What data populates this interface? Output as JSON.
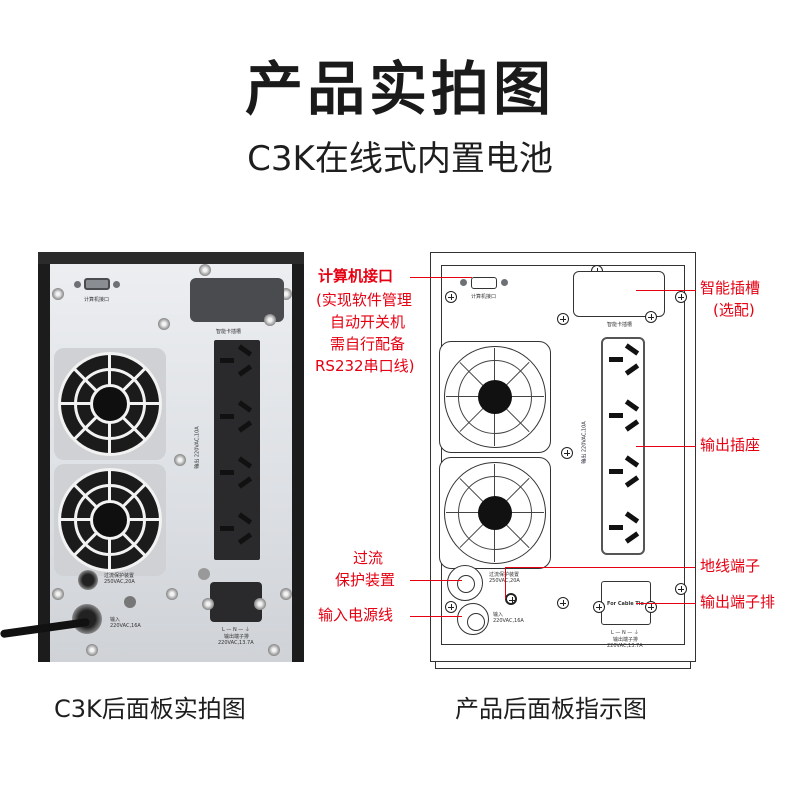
{
  "header": {
    "title": "产品实拍图",
    "subtitle": "C3K在线式内置电池"
  },
  "photo_panel": {
    "caption": "C3K后面板实拍图",
    "labels": {
      "computer_port": "计算机接口",
      "card_slot": "智能卡插槽",
      "outlet_rating": "输出 220VAC,10A",
      "breaker": "过流保护装置",
      "breaker_rating": "250VAC,20A",
      "input": "输入",
      "input_rating": "220VAC,16A",
      "terminal": "输出端子排",
      "terminal_rating": "220VAC,13.7A",
      "terminal_lnpe": "L — N — ⏚"
    }
  },
  "drawing_panel": {
    "caption": "产品后面板指示图",
    "labels": {
      "computer_port": "计算机接口",
      "card_slot": "智能卡插槽",
      "outlet_rating": "输出 220VAC,10A",
      "breaker": "过流保护装置",
      "breaker_rating": "250VAC,20A",
      "input": "输入",
      "input_rating": "220VAC,16A",
      "terminal": "输出端子排",
      "terminal_rating": "220VAC,13.7A",
      "terminal_text": "For Cable Tie",
      "terminal_lnpe": "L — N — ⏚"
    }
  },
  "annotations": {
    "computer_interface": "计算机接口",
    "computer_interface_note": [
      "(实现软件管理",
      "自动开关机",
      "需自行配备",
      "RS232串口线)"
    ],
    "smart_slot": "智能插槽",
    "smart_slot_note": "(选配)",
    "output_socket": "输出插座",
    "overcurrent_line1": "过流",
    "overcurrent_line2": "保护装置",
    "input_cord": "输入电源线",
    "ground_terminal": "地线端子",
    "output_terminal": "输出端子排"
  },
  "colors": {
    "annotation_red": "#e60012",
    "title_text": "#1a1a1a",
    "ups_frame": "#1c1c1c",
    "panel_metal": "#dcdfe3"
  }
}
